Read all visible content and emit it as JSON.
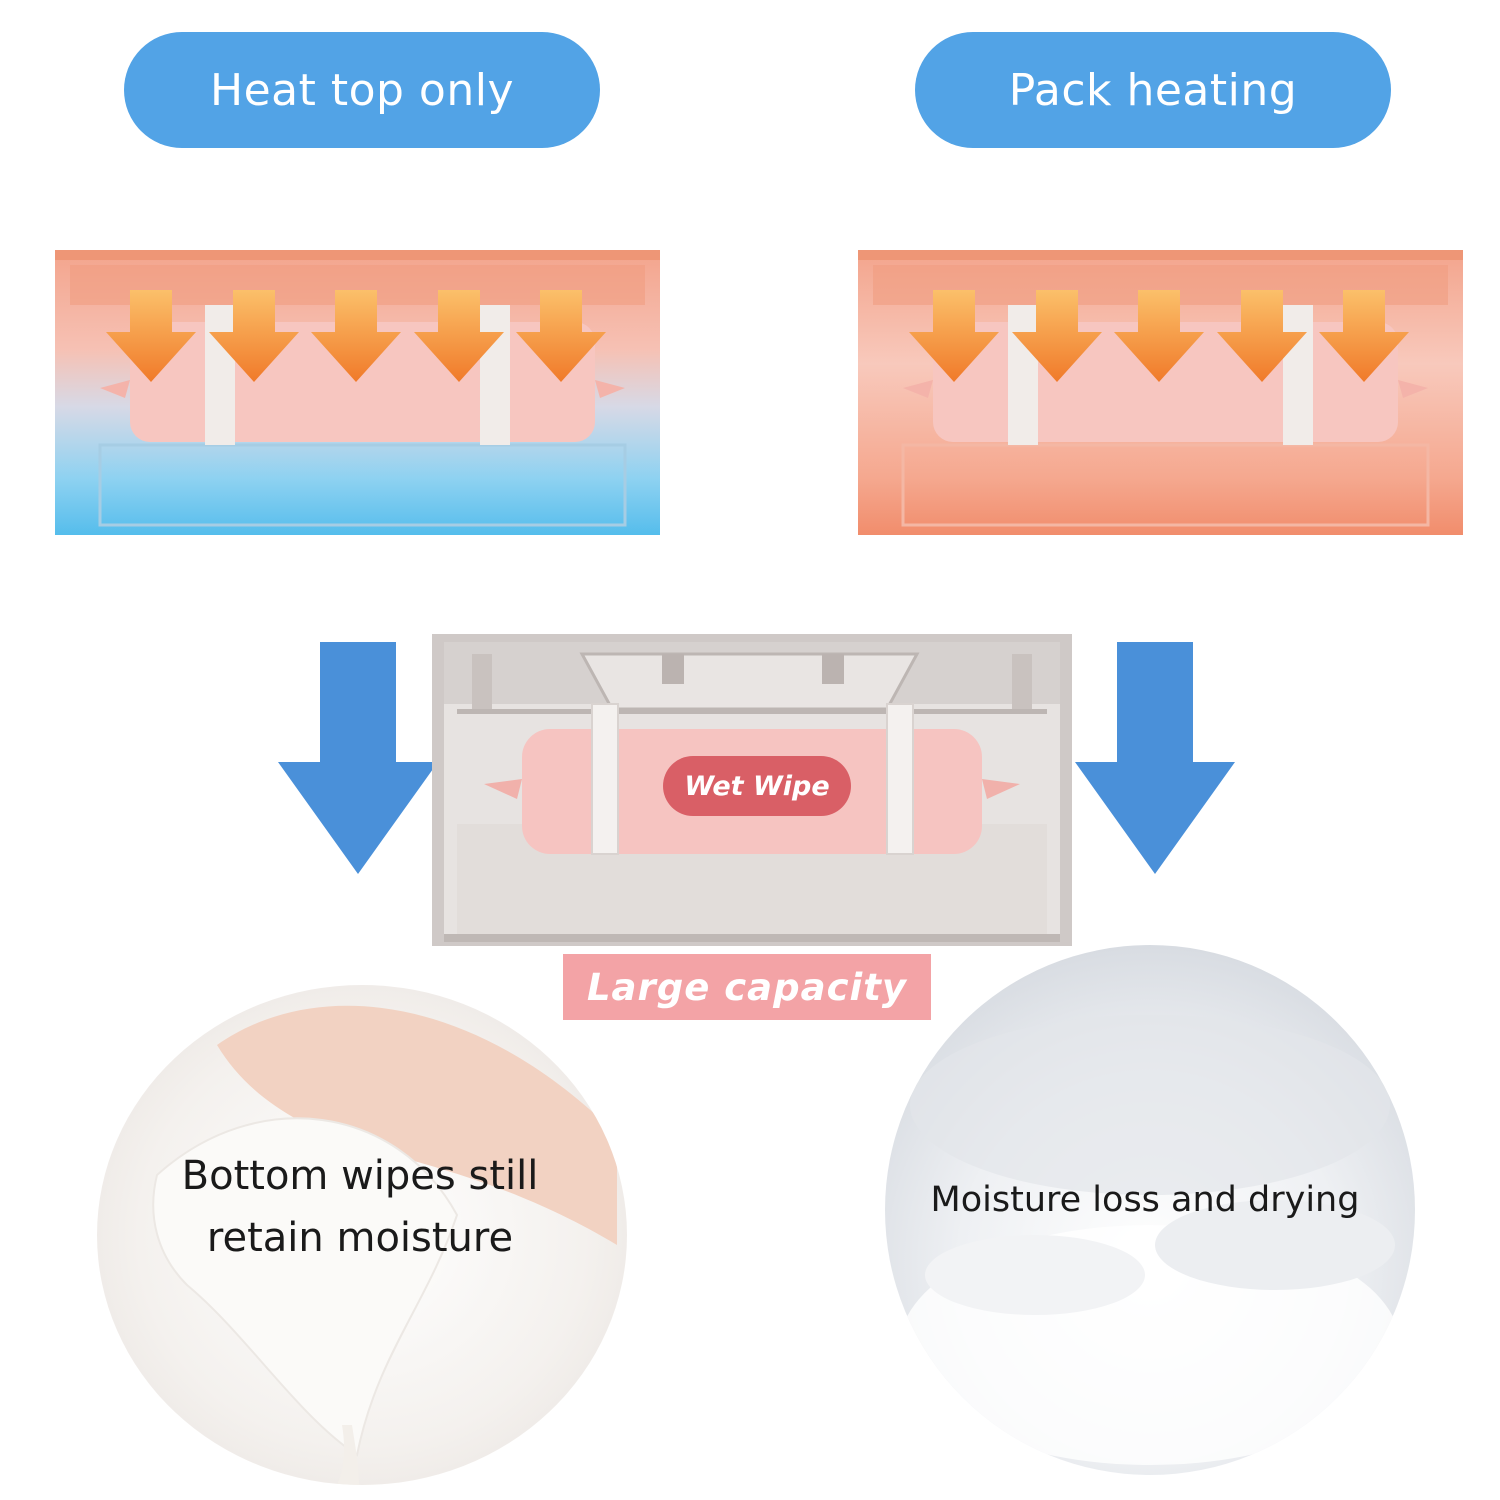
{
  "labels": {
    "heat_top_only": "Heat top only",
    "pack_heating": "Pack heating",
    "wet_wipe": "Wet Wipe",
    "large_capacity": "Large capacity",
    "bottom_wipes": [
      "Bottom wipes still",
      "retain moisture"
    ],
    "moisture_loss": "Moisture loss and drying"
  },
  "colors": {
    "pill_blue": "#52a3e6",
    "arrow_blue": "#4a90d9",
    "heat_orange": "#f7893a",
    "box_coral": "#f4a38d",
    "cold_blue": "#5cc1ec",
    "wipe_pink": "#f6c4c1",
    "label_red": "#d95f66",
    "capacity_pink": "#f3a3a6",
    "box_gray": "#cfc9c7"
  }
}
